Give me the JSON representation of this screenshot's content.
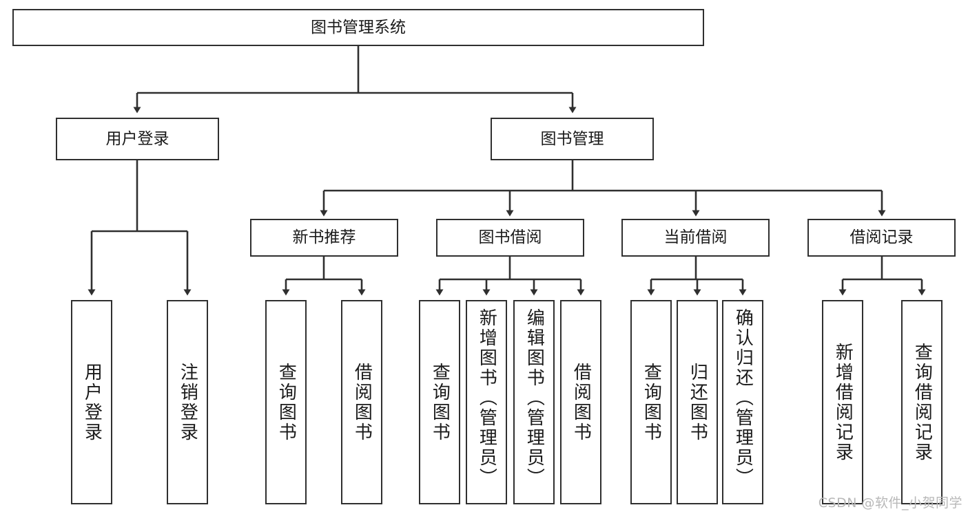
{
  "diagram": {
    "type": "tree-hierarchy",
    "title": "图书管理系统",
    "watermark": "CSDN @软件_小贺同学",
    "colors": {
      "stroke": "#2f2f2f",
      "fill": "#ffffff",
      "text": "#1a1a1a",
      "watermark": "#b8b8b8"
    },
    "nodes": {
      "root": {
        "label": "图书管理系统"
      },
      "level2": [
        {
          "id": "user-login",
          "label": "用户登录"
        },
        {
          "id": "book-manage",
          "label": "图书管理"
        }
      ],
      "level3": [
        {
          "id": "new-book-rec",
          "label": "新书推荐"
        },
        {
          "id": "book-borrow",
          "label": "图书借阅"
        },
        {
          "id": "current-borrow",
          "label": "当前借阅"
        },
        {
          "id": "borrow-record",
          "label": "借阅记录"
        }
      ],
      "leaves": {
        "user-login": [
          {
            "id": "leaf-user-login",
            "label": "用户登录"
          },
          {
            "id": "leaf-user-logout",
            "label": "注销登录"
          }
        ],
        "new-book-rec": [
          {
            "id": "leaf-query-book-1",
            "label": "查询图书"
          },
          {
            "id": "leaf-borrow-book-1",
            "label": "借阅图书"
          }
        ],
        "book-borrow": [
          {
            "id": "leaf-query-book-2",
            "label": "查询图书"
          },
          {
            "id": "leaf-add-book",
            "label": "新增图书（管理员）"
          },
          {
            "id": "leaf-edit-book",
            "label": "编辑图书（管理员）"
          },
          {
            "id": "leaf-borrow-book-2",
            "label": "借阅图书"
          }
        ],
        "current-borrow": [
          {
            "id": "leaf-query-book-3",
            "label": "查询图书"
          },
          {
            "id": "leaf-return-book",
            "label": "归还图书"
          },
          {
            "id": "leaf-confirm-return",
            "label": "确认归还（管理员）"
          }
        ],
        "borrow-record": [
          {
            "id": "leaf-add-record",
            "label": "新增借阅记录"
          },
          {
            "id": "leaf-query-record",
            "label": "查询借阅记录"
          }
        ]
      }
    }
  }
}
